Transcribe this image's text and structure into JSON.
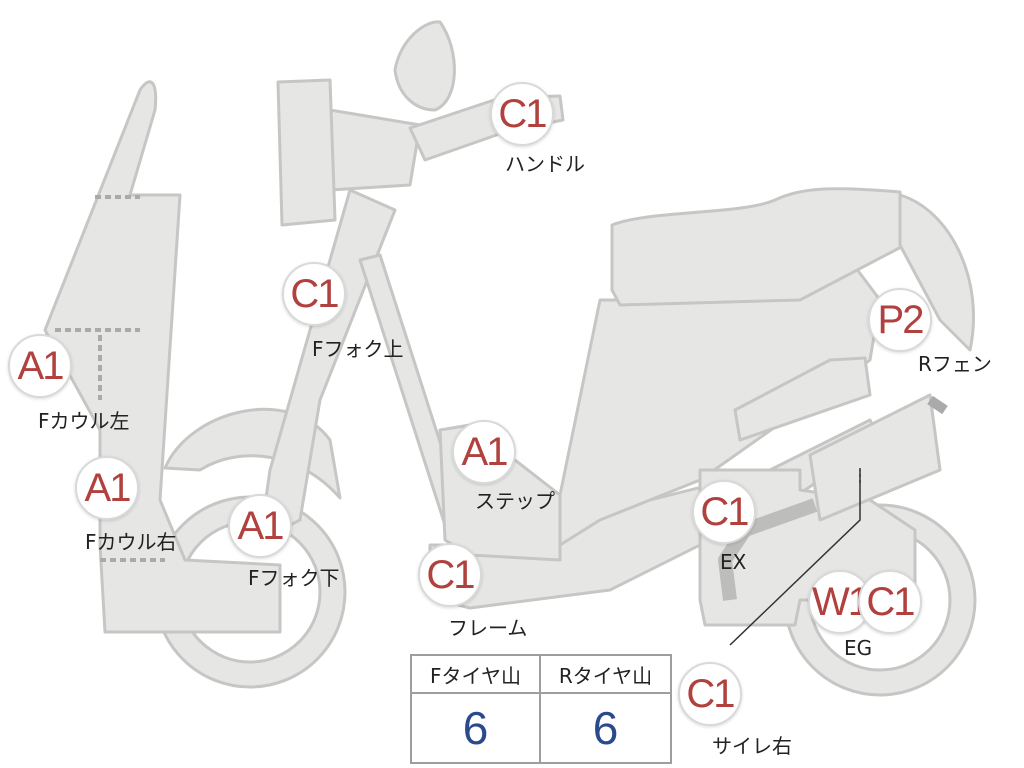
{
  "colors": {
    "body": "#e6e6e4",
    "outline": "#c6c6c4",
    "grade_text": "#b0413e",
    "tire_value": "#2b4a8c"
  },
  "parts": [
    {
      "id": "handle",
      "grade": "C1",
      "label": "ハンドル"
    },
    {
      "id": "f-fork-upper",
      "grade": "C1",
      "label": "Fフォク上"
    },
    {
      "id": "f-cowl-left",
      "grade": "A1",
      "label": "Fカウル左"
    },
    {
      "id": "f-cowl-right",
      "grade": "A1",
      "label": "Fカウル右"
    },
    {
      "id": "f-fork-lower",
      "grade": "A1",
      "label": "Fフォク下"
    },
    {
      "id": "step",
      "grade": "A1",
      "label": "ステップ"
    },
    {
      "id": "frame",
      "grade": "C1",
      "label": "フレーム"
    },
    {
      "id": "r-fender",
      "grade": "P2",
      "label": "Rフェン"
    },
    {
      "id": "exhaust",
      "grade": "C1",
      "label": "EX"
    },
    {
      "id": "engine",
      "grade": "W1",
      "label": "EG",
      "grade2": "C1"
    },
    {
      "id": "silencer-right",
      "grade": "C1",
      "label": "サイレ右"
    }
  ],
  "tire_table": {
    "headers": [
      "Fタイヤ山",
      "Rタイヤ山"
    ],
    "values": [
      "6",
      "6"
    ]
  }
}
